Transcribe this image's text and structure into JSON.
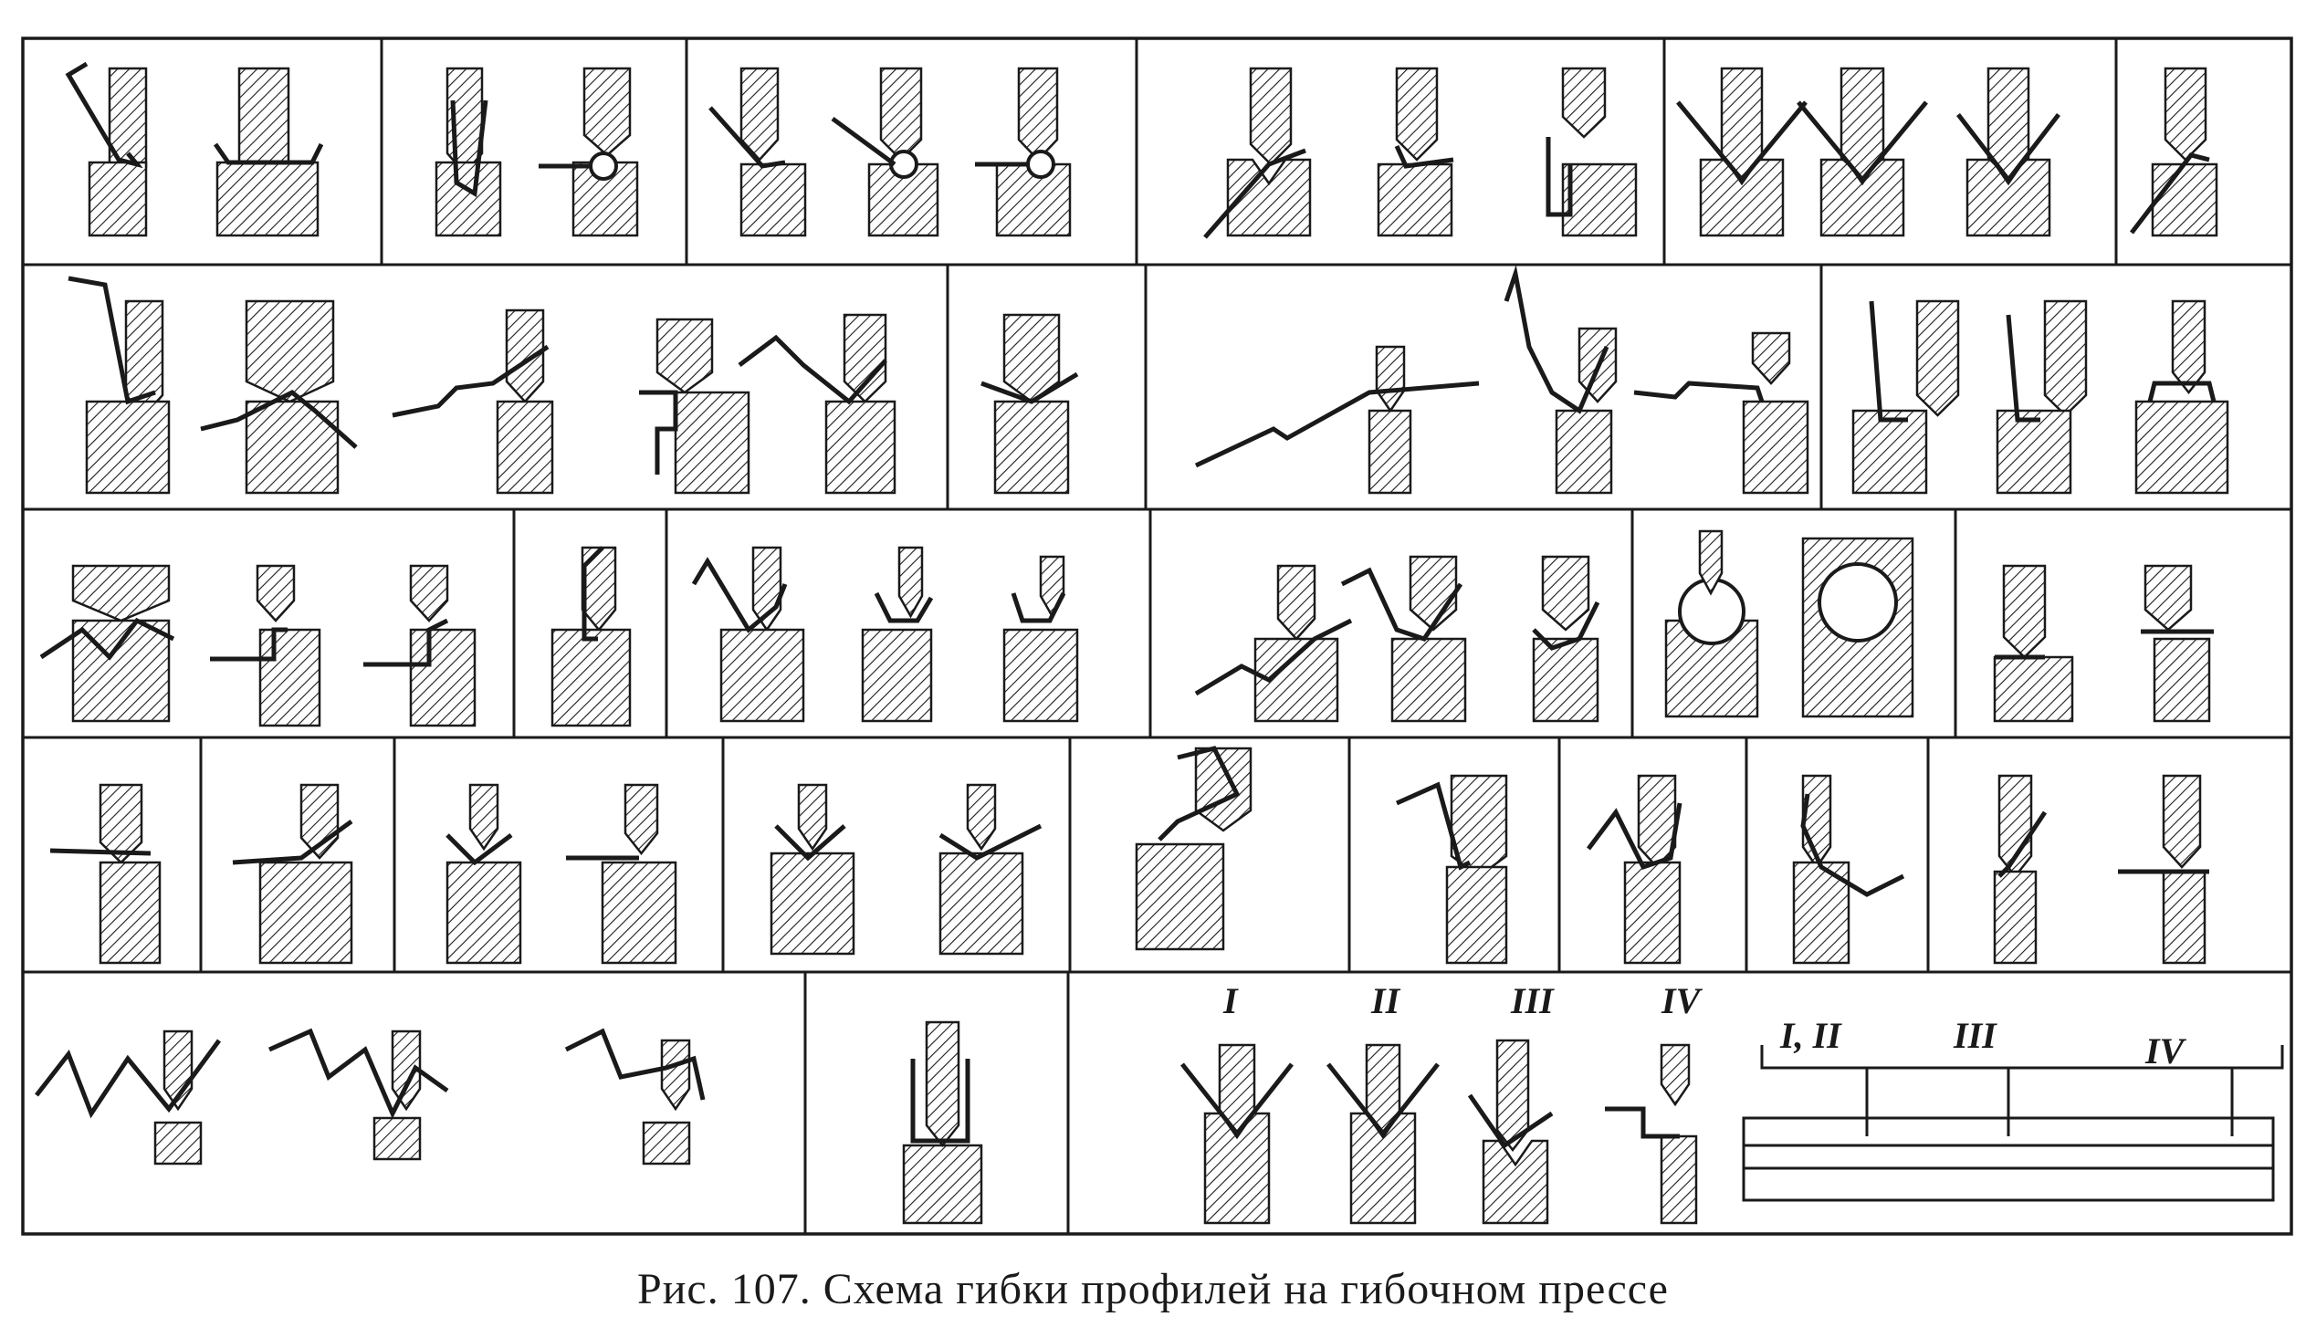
{
  "caption": "Рис. 107. Схема гибки профилей на гибочном прессе",
  "stage_labels": [
    "I",
    "II",
    "III",
    "IV"
  ],
  "machine_labels": [
    "I, II",
    "III",
    "IV"
  ],
  "colors": {
    "ink": "#1a1a1a",
    "paper": "#ffffff"
  }
}
